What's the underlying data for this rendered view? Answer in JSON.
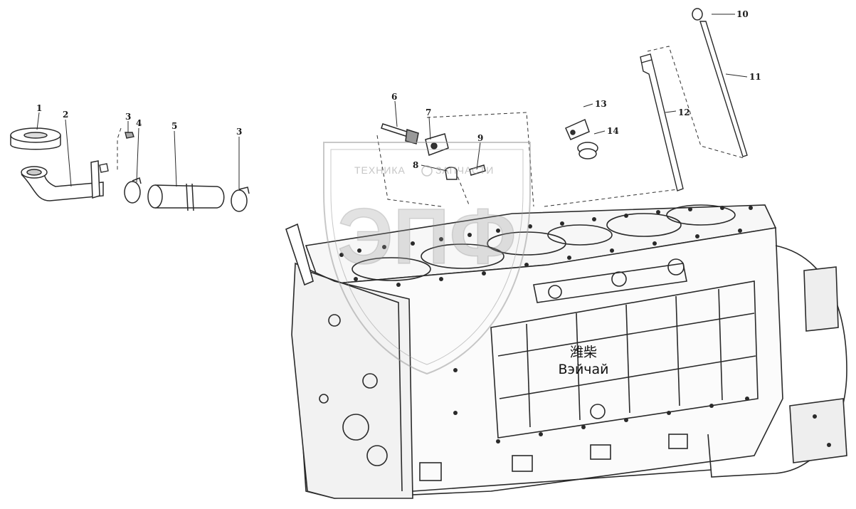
{
  "diagram": {
    "callouts": [
      "1",
      "2",
      "3",
      "4",
      "5",
      "3",
      "6",
      "7",
      "8",
      "9",
      "10",
      "11",
      "12",
      "13",
      "14"
    ],
    "caption_cn": "潍柴",
    "caption_ru": "Вэйчай",
    "watermark": {
      "word1": "ТЕХНИКА",
      "word2": "ЗАПЧАСТИ",
      "logo": "ЭПФ"
    },
    "colors": {
      "line": "#2a2a2a",
      "shade": "#6a6a6a",
      "watermark": "#9a9a9a"
    }
  }
}
